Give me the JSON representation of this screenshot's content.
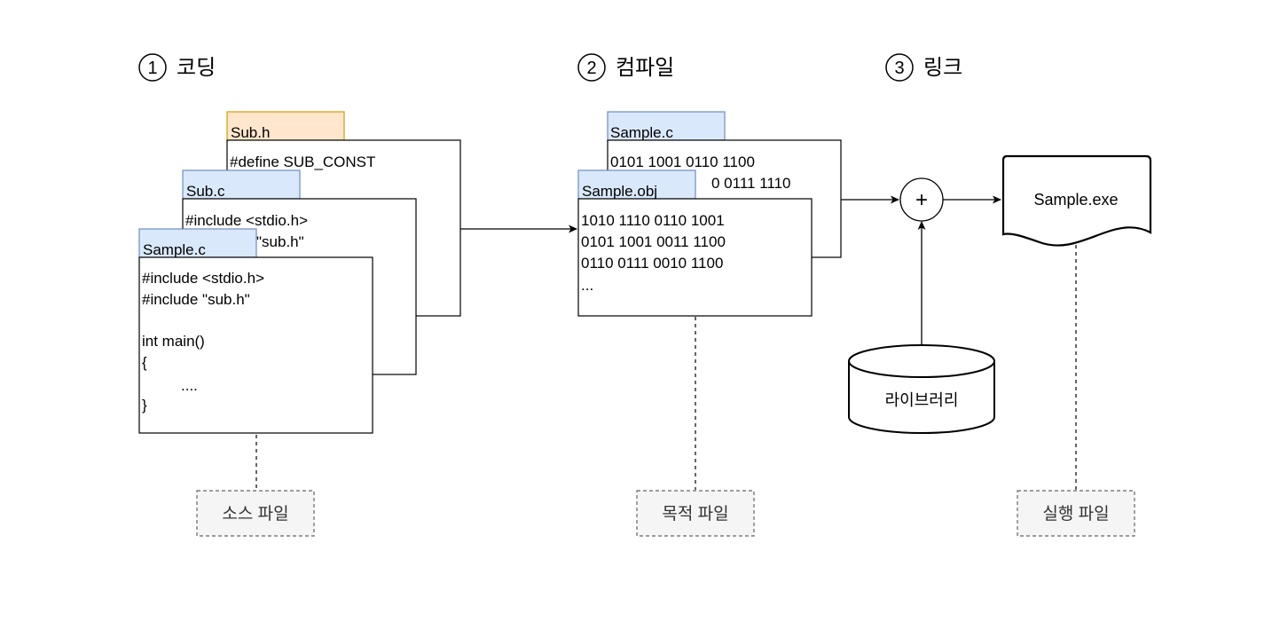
{
  "steps": [
    {
      "num": "1",
      "label": "코딩"
    },
    {
      "num": "2",
      "label": "컴파일"
    },
    {
      "num": "3",
      "label": "링크"
    }
  ],
  "source_files": {
    "sub_h": {
      "title": "Sub.h",
      "lines": [
        "#define SUB_CONST"
      ]
    },
    "sub_c": {
      "title": "Sub.c",
      "lines": [
        "#include <stdio.h>",
        "\"sub.h\""
      ]
    },
    "sample_c": {
      "title": "Sample.c",
      "lines": [
        "#include <stdio.h>",
        "#include \"sub.h\"",
        "",
        "int main()",
        "{",
        "....",
        "}"
      ]
    }
  },
  "object_files": {
    "sample_c": {
      "title": "Sample.c",
      "lines": [
        "0101  1001  0110  1100",
        "0  0111  1110"
      ]
    },
    "sample_obj": {
      "title": "Sample.obj",
      "lines": [
        "1010  1110  0110  1001",
        "0101  1001  0011  1100",
        "0110  0111  0010  1100",
        "..."
      ]
    }
  },
  "link": {
    "plus": "+",
    "library": "라이브러리",
    "exe": "Sample.exe"
  },
  "notes": {
    "source": "소스 파일",
    "object": "목적 파일",
    "exe": "실행 파일"
  },
  "colors": {
    "orange_fill": "#ffe6cc",
    "orange_stroke": "#d79b00",
    "blue_fill": "#dae8fc",
    "blue_stroke": "#6c8ebf",
    "note_fill": "#f5f5f5",
    "note_stroke": "#666666"
  }
}
